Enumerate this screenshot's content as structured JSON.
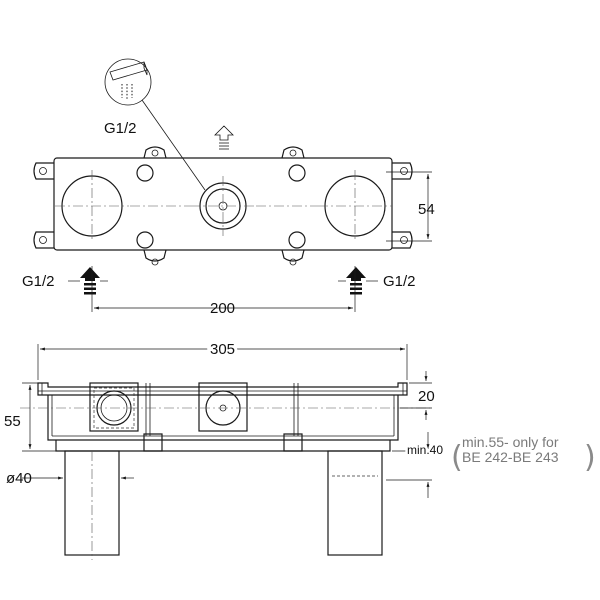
{
  "labels": {
    "outlet_thread": "G1/2",
    "inlet_left_thread": "G1/2",
    "inlet_right_thread": "G1/2",
    "dim_height_top": "54",
    "dim_inlet_spacing": "200",
    "dim_overall_width": "305",
    "dim_body_depth": "55",
    "dim_flange_height": "20",
    "dim_pipe_min": "min.40",
    "dim_pipe_diameter": "ø40",
    "note_line1": "min.55- only for",
    "note_line2": "BE 242-BE 243"
  },
  "icons": {
    "outlet_symbol": "shower-spout-icon",
    "flow_up": "arrow-up-icon",
    "flow_in_left": "arrow-up-icon",
    "flow_in_right": "arrow-up-icon"
  },
  "colors": {
    "line": "#1a1a1a",
    "note": "#7a7a7a"
  }
}
